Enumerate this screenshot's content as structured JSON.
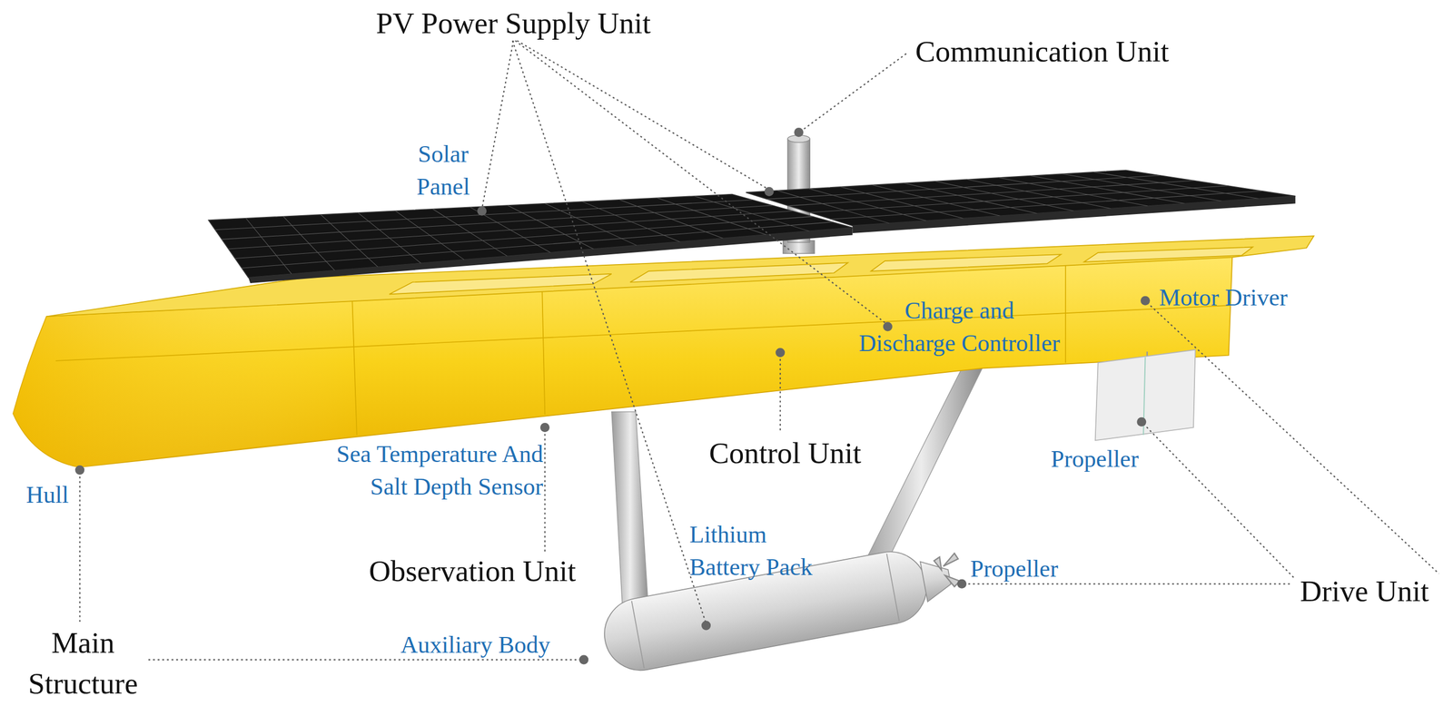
{
  "diagram": {
    "labels": [
      "PV Power Supply Unit",
      "Communication Unit",
      "Solar Panel",
      "Charge and Discharge Controller",
      "Motor Driver",
      "Control Unit",
      "Propeller",
      "Hull",
      "Sea Temperature And Salt Depth Sensor",
      "Observation Unit",
      "Lithium Battery Pack",
      "Propeller",
      "Drive Unit",
      "Main Structure",
      "Auxiliary Body"
    ]
  }
}
